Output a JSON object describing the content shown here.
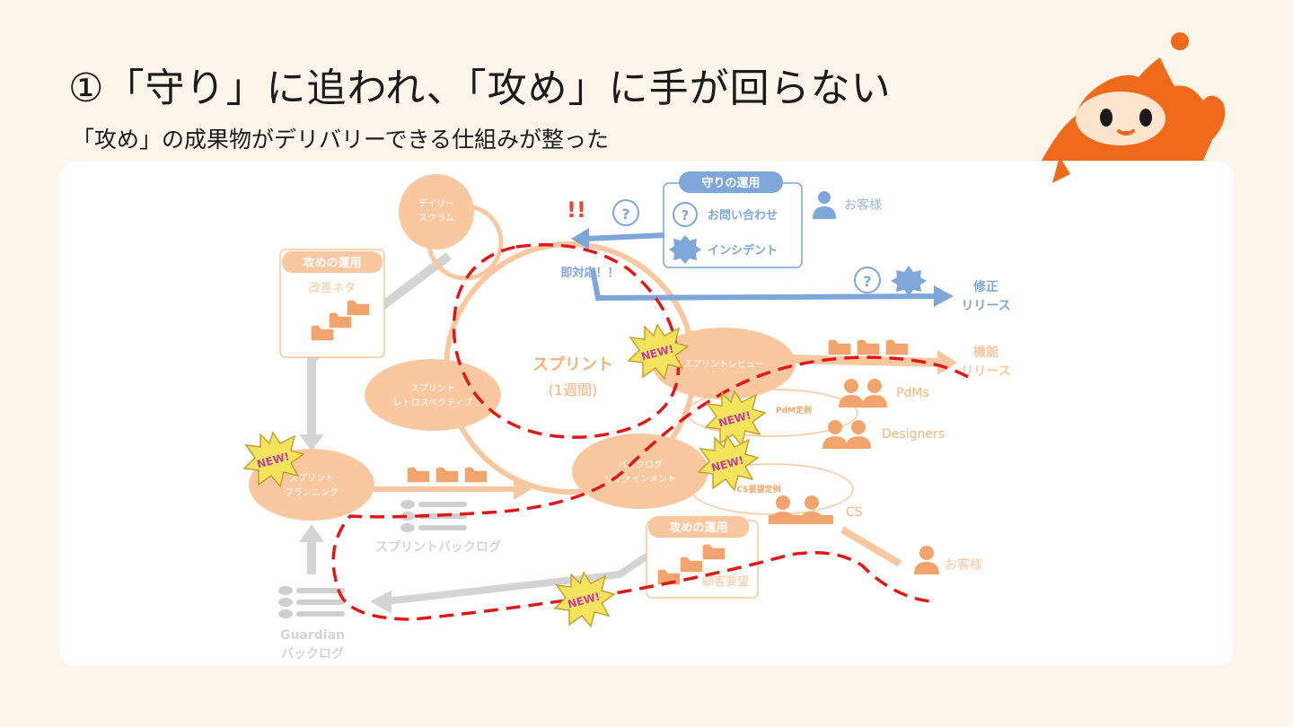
{
  "slide": {
    "title": "①「守り」に追われ、「攻め」に手が回らない",
    "subtitle": "「攻め」の成果物がデリバリーできる仕組みが整った"
  },
  "colors": {
    "background": "#fdf5ea",
    "orange": "#f9c8a0",
    "orange_dark": "#f3a46c",
    "blue": "#7ea6d8",
    "gray": "#d4d4d4",
    "red_dash": "#e01818",
    "mascot": "#ef6a1a"
  },
  "diagram": {
    "daily_scrum": [
      "デイリー",
      "スクラム"
    ],
    "attack_ops_top": {
      "title": "攻めの運用",
      "label": "改善ネタ"
    },
    "defense_ops": {
      "title": "守りの運用",
      "inquiry": "お問い合わせ",
      "incident": "インシデント",
      "customer": "お客様"
    },
    "immediate_response": "即対応！！",
    "fix_release": [
      "修正",
      "リリース"
    ],
    "sprint": [
      "スプリント",
      "(1週間)"
    ],
    "retrospective": [
      "スプリント",
      "レトロスペクティブ"
    ],
    "sprint_review": "スプリントレビュー",
    "feature_release": [
      "機能",
      "リリース"
    ],
    "pdms": "PdMs",
    "designers": "Designers",
    "pdm_meeting": "PdM定例",
    "cs_meeting": "CS要望定例",
    "cs": "CS",
    "customer2": "お客様",
    "sprint_planning": [
      "スプリント",
      "プランニング"
    ],
    "backlog_refinement": [
      "バックログ",
      "リファインメント"
    ],
    "sprint_backlog": "スプリントバックログ",
    "attack_ops_bottom": {
      "title": "攻めの運用",
      "label": "顧客要望"
    },
    "guardian_backlog": [
      "Guardian",
      "バックログ"
    ],
    "new_badge": "NEW!",
    "exclamation": "!!",
    "question_mark": "?"
  }
}
